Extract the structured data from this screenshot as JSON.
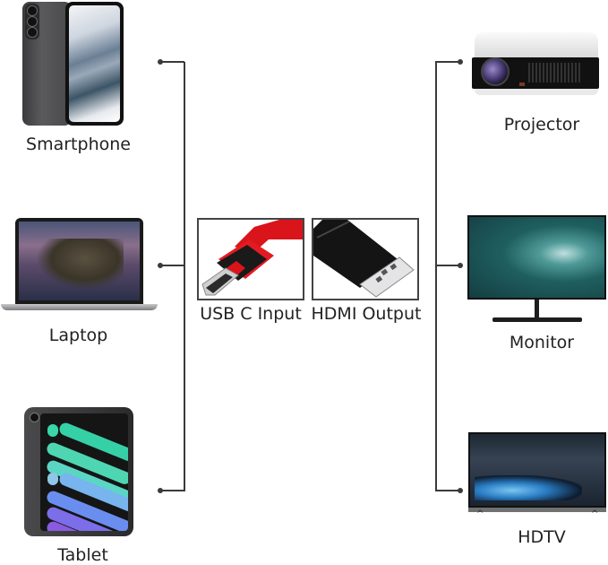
{
  "diagram": {
    "title": "USB C to HDMI adapter connectivity",
    "source_devices": [
      {
        "id": "smartphone",
        "label": "Smartphone",
        "icon": "smartphone-icon"
      },
      {
        "id": "laptop",
        "label": "Laptop",
        "icon": "laptop-icon"
      },
      {
        "id": "tablet",
        "label": "Tablet",
        "icon": "tablet-icon"
      }
    ],
    "connectors": [
      {
        "id": "usbc",
        "label": "USB C Input",
        "icon": "usb-c-connector-icon",
        "accent": "#e0191e"
      },
      {
        "id": "hdmi",
        "label": "HDMI Output",
        "icon": "hdmi-connector-icon",
        "accent": "#111111"
      }
    ],
    "target_devices": [
      {
        "id": "projector",
        "label": "Projector",
        "icon": "projector-icon"
      },
      {
        "id": "monitor",
        "label": "Monitor",
        "icon": "monitor-icon"
      },
      {
        "id": "hdtv",
        "label": "HDTV",
        "icon": "hdtv-icon"
      }
    ],
    "line_color": "#3a3a3a"
  }
}
